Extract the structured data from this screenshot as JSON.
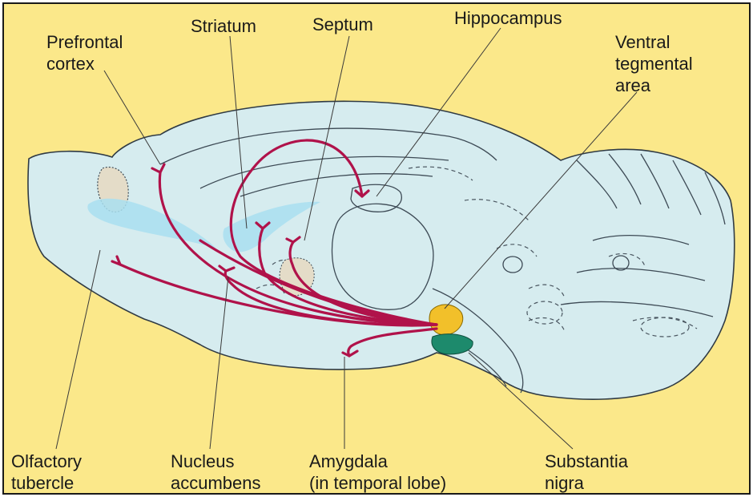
{
  "diagram": {
    "labels": {
      "prefrontal_cortex": [
        "Prefrontal",
        "cortex"
      ],
      "striatum": "Striatum",
      "septum": "Septum",
      "hippocampus": "Hippocampus",
      "ventral_tegmental_area": [
        "Ventral",
        "tegmental",
        "area"
      ],
      "olfactory_tubercle": [
        "Olfactory",
        "tubercle"
      ],
      "nucleus_accumbens": [
        "Nucleus",
        "accumbens"
      ],
      "amygdala": [
        "Amygdala",
        "(in temporal lobe)"
      ],
      "substantia_nigra": [
        "Substantia",
        "nigra"
      ]
    },
    "colors": {
      "background": "#fbe88a",
      "border": "#1a1a1a",
      "brain_fill": "#d6ecef",
      "outline": "#2f3a44",
      "dopamine_pathway": "#b0124a",
      "vta_highlight": "#f2c02a",
      "substantia_nigra_highlight": "#1d8a6c",
      "light_blue_region": "#a9dff0"
    }
  }
}
